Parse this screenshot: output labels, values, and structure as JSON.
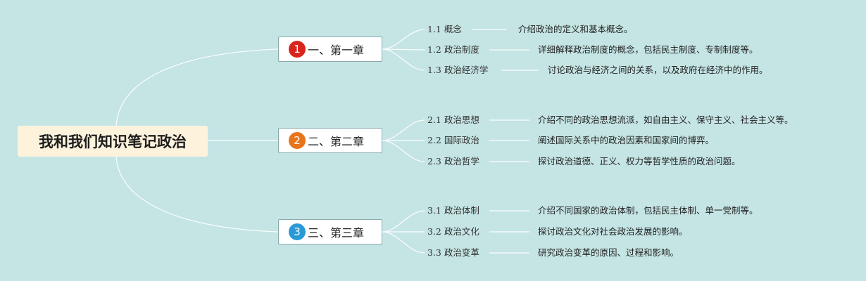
{
  "root": {
    "title": "我和我们知识笔记政治"
  },
  "chapters": [
    {
      "number": "1",
      "title": "一、第一章",
      "badge_color": "#d9261c",
      "sections": [
        {
          "label": "1.1 概念",
          "desc": "介绍政治的定义和基本概念。"
        },
        {
          "label": "1.2 政治制度",
          "desc": "详细解释政治制度的概念，包括民主制度、专制制度等。"
        },
        {
          "label": "1.3 政治经济学",
          "desc": "讨论政治与经济之间的关系，以及政府在经济中的作用。"
        }
      ]
    },
    {
      "number": "2",
      "title": "二、第二章",
      "badge_color": "#e8741c",
      "sections": [
        {
          "label": "2.1 政治思想",
          "desc": "介绍不同的政治思想流派，如自由主义、保守主义、社会主义等。"
        },
        {
          "label": "2.2 国际政治",
          "desc": "阐述国际关系中的政治因素和国家间的博弈。"
        },
        {
          "label": "2.3 政治哲学",
          "desc": "探讨政治道德、正义、权力等哲学性质的政治问题。"
        }
      ]
    },
    {
      "number": "3",
      "title": "三、第三章",
      "badge_color": "#2a9ad6",
      "sections": [
        {
          "label": "3.1 政治体制",
          "desc": "介绍不同国家的政治体制，包括民主体制、单一党制等。"
        },
        {
          "label": "3.2 政治文化",
          "desc": "探讨政治文化对社会政治发展的影响。"
        },
        {
          "label": "3.3 政治变革",
          "desc": "研究政治变革的原因、过程和影响。"
        }
      ]
    }
  ],
  "colors": {
    "background": "#c5e4e4",
    "connector": "#ffffff",
    "root_fill": "#fdf3dd",
    "chapter_border": "#8aa9ad"
  }
}
